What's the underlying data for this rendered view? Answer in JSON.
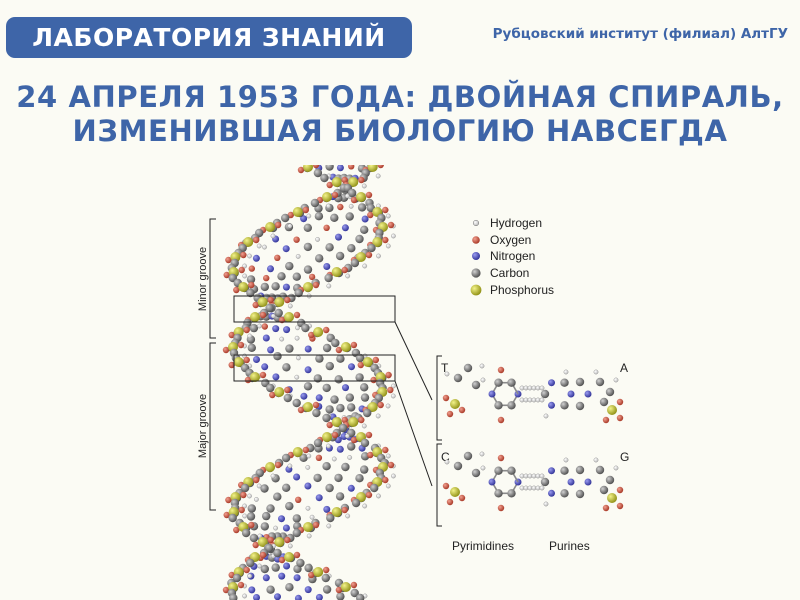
{
  "header": {
    "brand": "ЛАБОРАТОРИЯ ЗНАНИЙ",
    "institution": "Рубцовский институт (филиал) АлтГУ"
  },
  "title": {
    "line1": "24 АПРЕЛЯ 1953 ГОДА: ДВОЙНАЯ СПИРАЛЬ,",
    "line2": "ИЗМЕНИВШАЯ БИОЛОГИЮ НАВСЕГДА"
  },
  "diagram": {
    "groove_labels": {
      "minor": "Minor groove",
      "major": "Major groove"
    },
    "legend": [
      {
        "label": "Hydrogen",
        "color": "#f4f4f4"
      },
      {
        "label": "Oxygen",
        "color": "#d05a45"
      },
      {
        "label": "Nitrogen",
        "color": "#4b4fc4"
      },
      {
        "label": "Carbon",
        "color": "#858585"
      },
      {
        "label": "Phosphorus",
        "color": "#c9c93a"
      }
    ],
    "pairs": [
      {
        "left": "T",
        "right": "A"
      },
      {
        "left": "C",
        "right": "G"
      }
    ],
    "captions": {
      "pyrimidines": "Pyrimidines",
      "purines": "Purines"
    }
  },
  "colors": {
    "accent": "#3e65a8",
    "background": "#fbfbf4"
  }
}
